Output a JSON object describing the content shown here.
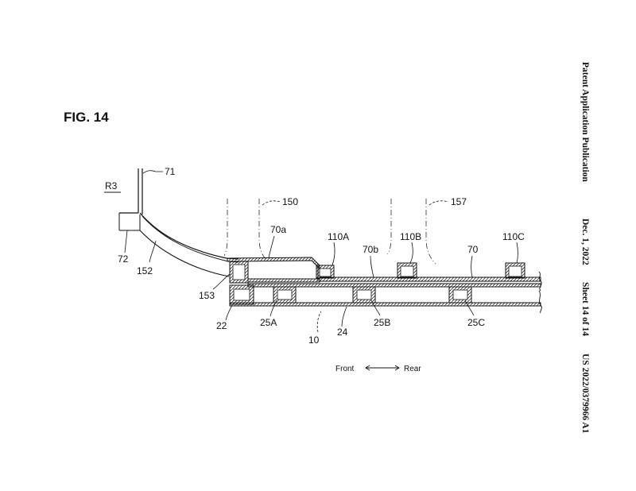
{
  "header": {
    "publication": "Patent Application Publication",
    "date": "Dec. 1, 2022",
    "sheet": "Sheet 14 of 14",
    "number": "US 2022/0379966 A1"
  },
  "figure": {
    "title": "FIG. 14",
    "section_label": "R3",
    "direction": {
      "front": "Front",
      "rear": "Rear"
    },
    "labels": {
      "l71": "71",
      "l72": "72",
      "l150": "150",
      "l157": "157",
      "l70a": "70a",
      "l70b": "70b",
      "l70": "70",
      "l110A": "110A",
      "l110B": "110B",
      "l110C": "110C",
      "l152": "152",
      "l153": "153",
      "l22": "22",
      "l25A": "25A",
      "l25B": "25B",
      "l25C": "25C",
      "l24": "24",
      "l10": "10"
    }
  },
  "colors": {
    "line": "#111111",
    "background": "#ffffff"
  }
}
